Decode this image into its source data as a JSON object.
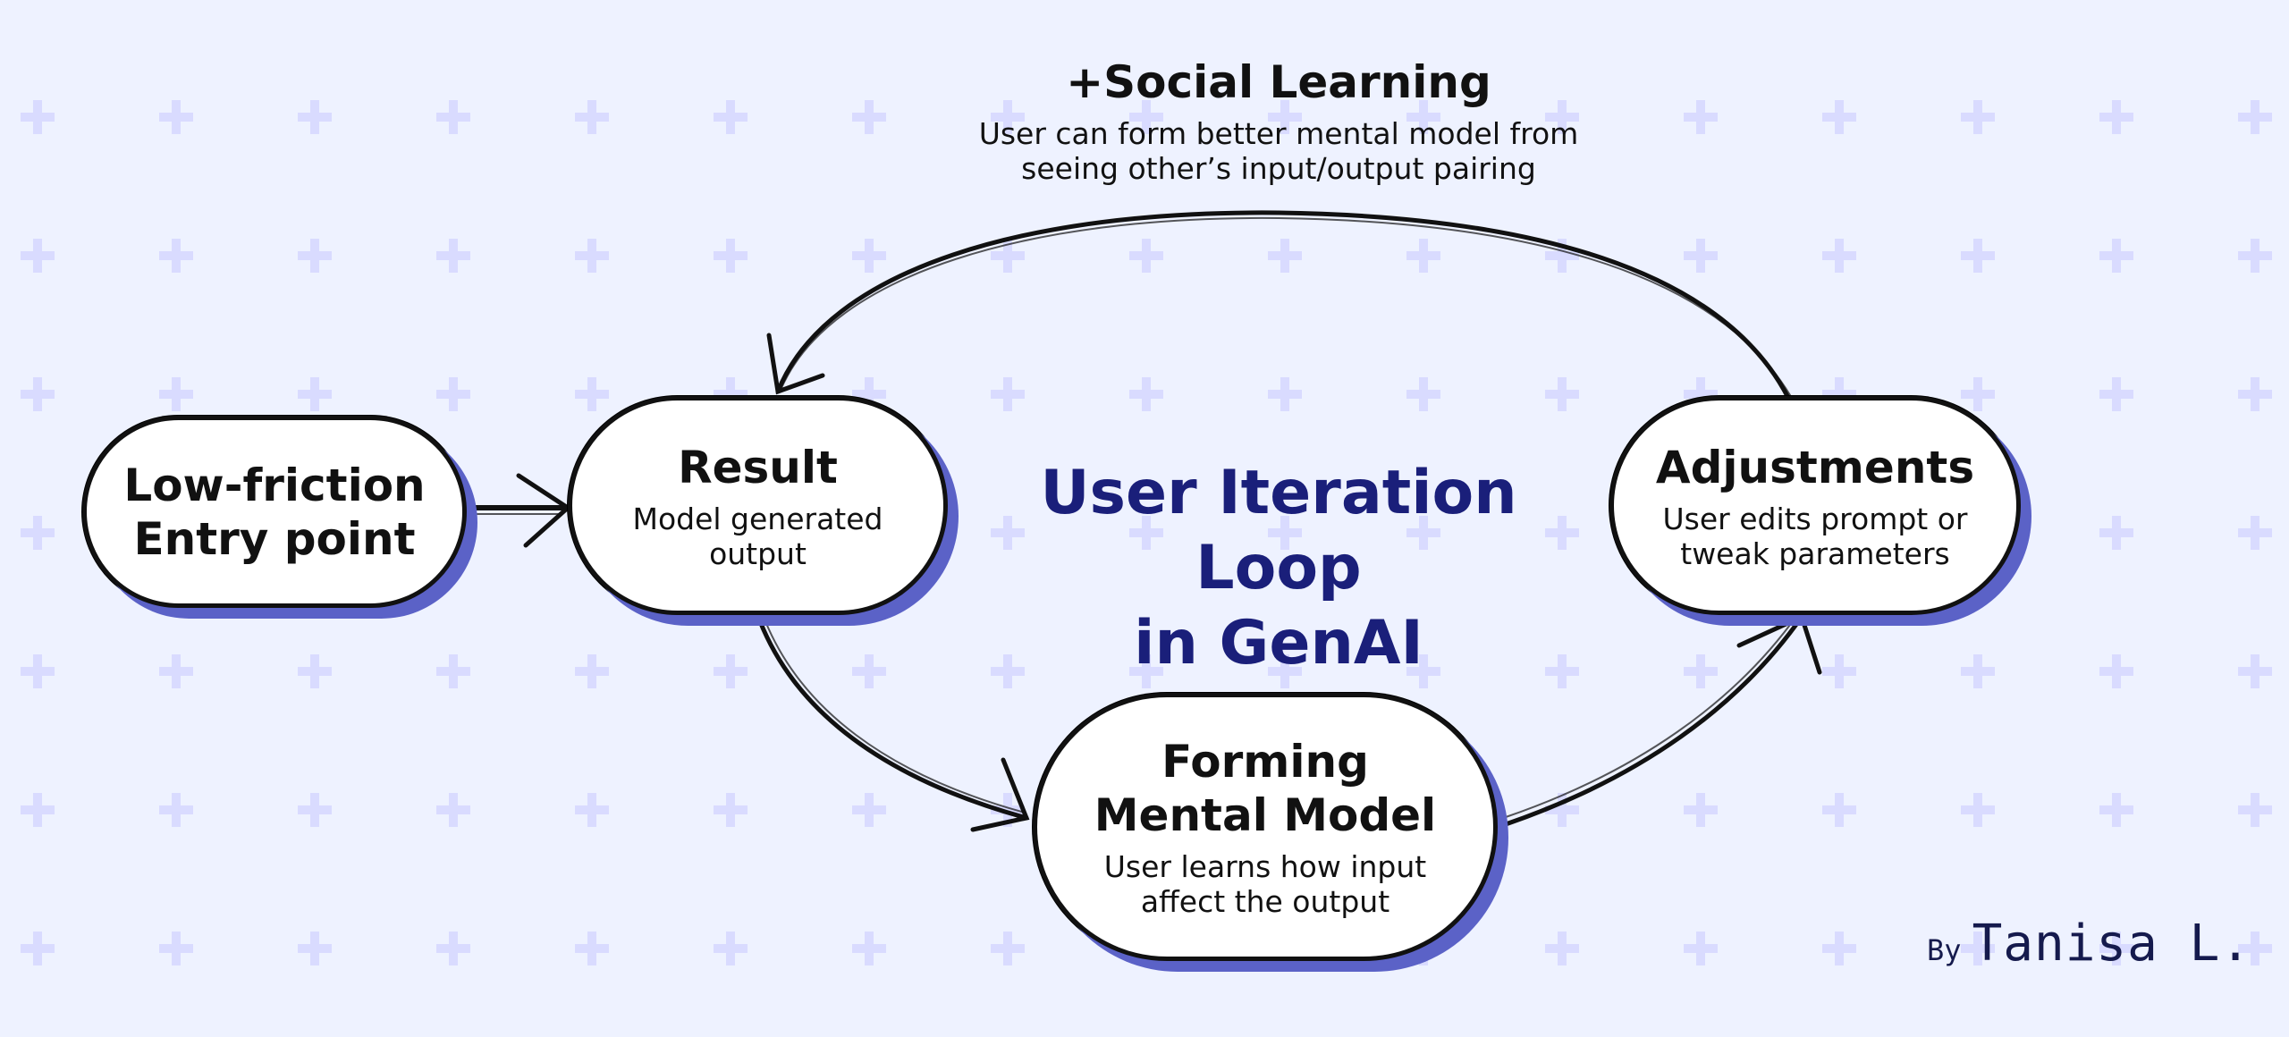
{
  "colors": {
    "background": "#eef2ff",
    "pattern": "#d9dbff",
    "title": "#1a1f7a",
    "node_shadow": "#5b62c7",
    "stroke": "#111111"
  },
  "social_learning": {
    "heading": "+Social Learning",
    "description": "User can form better mental model from\nseeing other’s input/output pairing"
  },
  "center_title": "User Iteration Loop\nin GenAI",
  "nodes": {
    "entry": {
      "title": "Low-friction\nEntry point"
    },
    "result": {
      "title": "Result",
      "description": "Model generated\noutput"
    },
    "adjustments": {
      "title": "Adjustments",
      "description": "User edits prompt or\ntweak parameters"
    },
    "mental_model": {
      "title": "Forming\nMental Model",
      "description": "User learns how input\naffect the output"
    }
  },
  "author": {
    "prefix": "By",
    "name": "Tanisa L."
  },
  "icons": {
    "background_pattern": "plus-pattern-icon",
    "arrowheads": "arrowhead-icon"
  }
}
